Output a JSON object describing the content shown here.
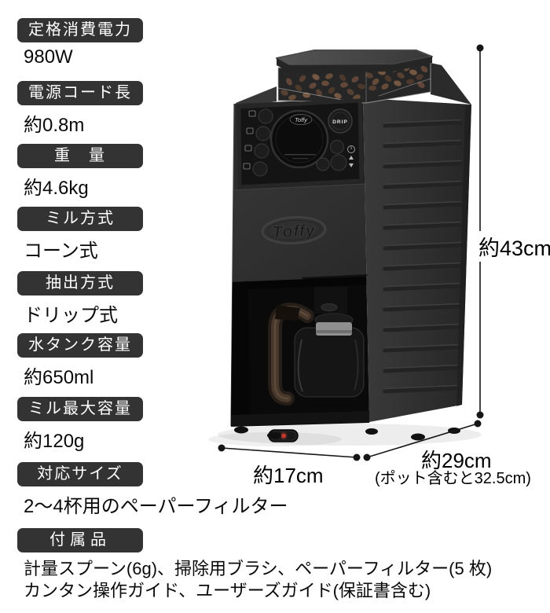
{
  "specs": {
    "label_bg": "#333333",
    "label_text_color": "#ffffff",
    "value_text_color": "#0a0a0a",
    "items": [
      {
        "label": "定格消費電力",
        "value": "980W"
      },
      {
        "label": "電源コード長",
        "value": "約0.8m"
      },
      {
        "label": "重　量",
        "value": "約4.6kg"
      },
      {
        "label": "ミル方式",
        "value": "コーン式"
      },
      {
        "label": "抽出方式",
        "value": "ドリップ式"
      },
      {
        "label": "水タンク容量",
        "value": "約650ml"
      },
      {
        "label": "ミル最大容量",
        "value": "約120g"
      },
      {
        "label": "対応サイズ",
        "value": "2〜4杯用のペーパーフィルター"
      },
      {
        "label": "付属品",
        "value": "計量スプーン(6g)、掃除用ブラシ、ペーパーフィルター(5 枚)",
        "value2": "カンタン操作ガイド、ユーザーズガイド(保証書含む)"
      }
    ]
  },
  "dimensions": {
    "height": "約43cm",
    "width": "約17cm",
    "depth": "約29cm",
    "depth_note": "(ポット含むと32.5cm)"
  },
  "machine": {
    "front_logo": "Toffy",
    "display_logo": "Toffy",
    "drip_button_label": "DRIP",
    "body_color": "#242424",
    "bean_color": "#5b3e2b",
    "indicator_color": "#c0392b"
  }
}
